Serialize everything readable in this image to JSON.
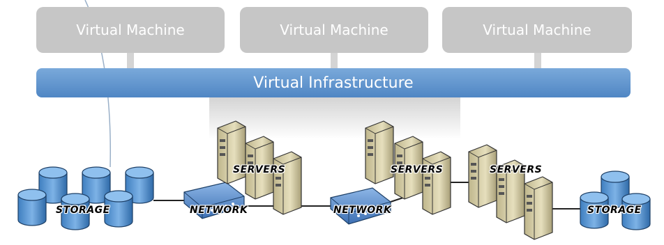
{
  "virtual_machines": [
    {
      "label": "Virtual Machine"
    },
    {
      "label": "Virtual Machine"
    },
    {
      "label": "Virtual Machine"
    }
  ],
  "infrastructure": {
    "label": "Virtual Infrastructure"
  },
  "components": {
    "storage_left": "STORAGE",
    "network_left": "NETWORK",
    "servers_left": "SERVERS",
    "network_right": "NETWORK",
    "servers_mid": "SERVERS",
    "servers_right": "SERVERS",
    "storage_right": "STORAGE"
  },
  "colors": {
    "vm_fill": "#c6c6c6",
    "infra_fill": "#5b8fcb",
    "storage_fill": "#5f9ad6",
    "server_fill": "#d8d0a8",
    "network_fill": "#5d8fd0"
  }
}
